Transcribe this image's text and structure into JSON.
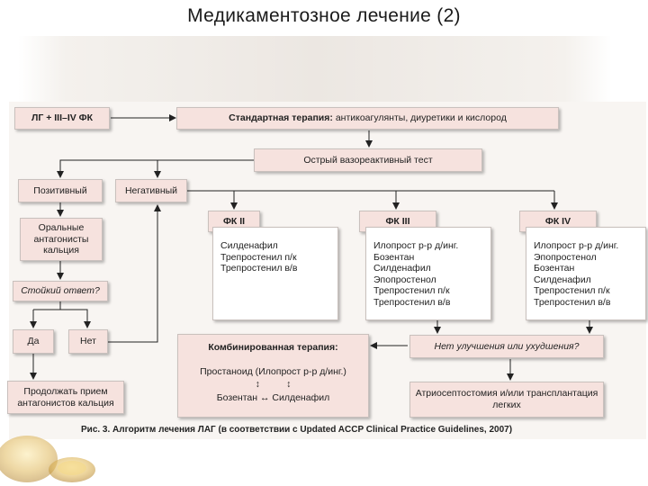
{
  "title": "Медикаментозное лечение (2)",
  "diagram": {
    "start": "ЛГ + III–IV ФК",
    "standard": {
      "label": "Стандартная терапия:",
      "text": "антикоагулянты, диуретики и кислород"
    },
    "acute_test": "Острый вазореактивный тест",
    "positive": "Позитивный",
    "negative": "Негативный",
    "calcium": "Оральные антагонисты кальция",
    "stable": "Стойкий ответ?",
    "yes": "Да",
    "no": "Нет",
    "continue": "Продолжать прием антагонистов кальция",
    "fc2": {
      "label": "ФК II",
      "drugs": [
        "Силденафил",
        "Трепростенил п/к",
        "Трепростенил в/в"
      ]
    },
    "fc3": {
      "label": "ФК III",
      "drugs": [
        "Илопрост р-р д/инг.",
        "Бозентан",
        "Силденафил",
        "Эпопростенол",
        "Трепростенил п/к",
        "Трепростенил в/в"
      ]
    },
    "fc4": {
      "label": "ФК IV",
      "drugs": [
        "Илопрост р-р д/инг.",
        "Эпопростенол",
        "Бозентан",
        "Силденафил",
        "Трепростенил п/к",
        "Трепростенил в/в"
      ]
    },
    "combo": {
      "title": "Комбинированная терапия:",
      "line1": "Простаноид (Илопрост р-р д/инг.)",
      "arrows": "↕          ↕",
      "line2": "Бозентан ↔ Силденафил"
    },
    "no_improvement": "Нет улучшения или ухудшения?",
    "septostomy": "Атриосептостомия и/или трансплантация легких"
  },
  "caption": "Рис. 3. Алгоритм лечения ЛАГ (в соответствии с Updated ACCP Clinical Practice Guidelines, 2007)",
  "colors": {
    "box_fill": "#f6e2de",
    "line": "#222222"
  }
}
